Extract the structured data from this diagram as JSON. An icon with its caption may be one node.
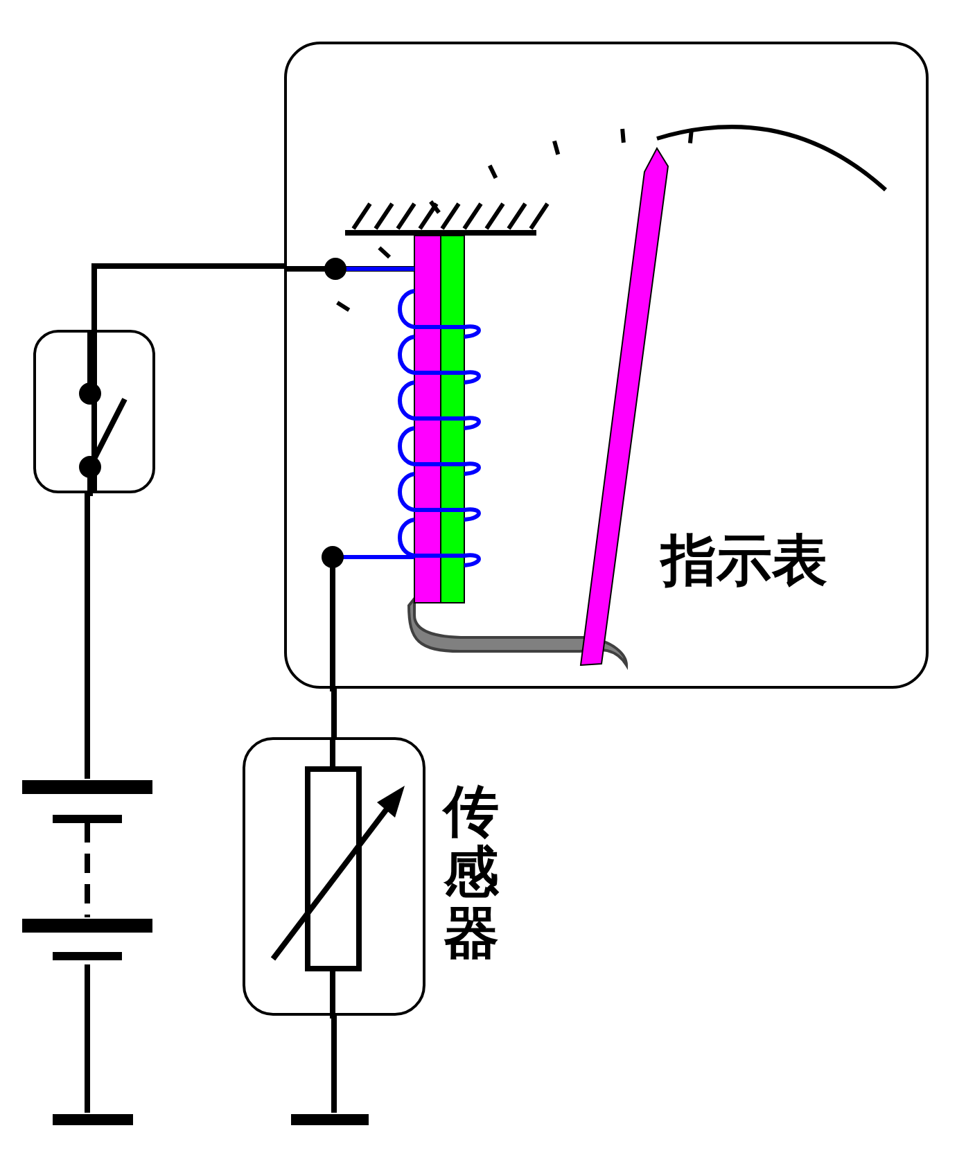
{
  "diagram": {
    "nodes": [
      {
        "text": [
          "指示表"
        ]
      },
      {
        "text": [],
        "shape": "box"
      },
      {
        "text": [],
        "shape": "box",
        "beside": [
          "传感器"
        ]
      },
      {
        "text": [],
        "shape": "battery"
      },
      {
        "text": [],
        "shape": "ground"
      },
      {
        "text": [],
        "shape": "ground"
      }
    ],
    "edges": [
      {
        "from": 1,
        "to": 0,
        "arrow": "none"
      },
      {
        "from": 3,
        "to": 1,
        "arrow": "none"
      },
      {
        "from": 2,
        "to": 0,
        "arrow": "none"
      },
      {
        "from": 3,
        "to": 4,
        "arrow": "none"
      },
      {
        "from": 2,
        "to": 5,
        "arrow": "none"
      }
    ]
  }
}
